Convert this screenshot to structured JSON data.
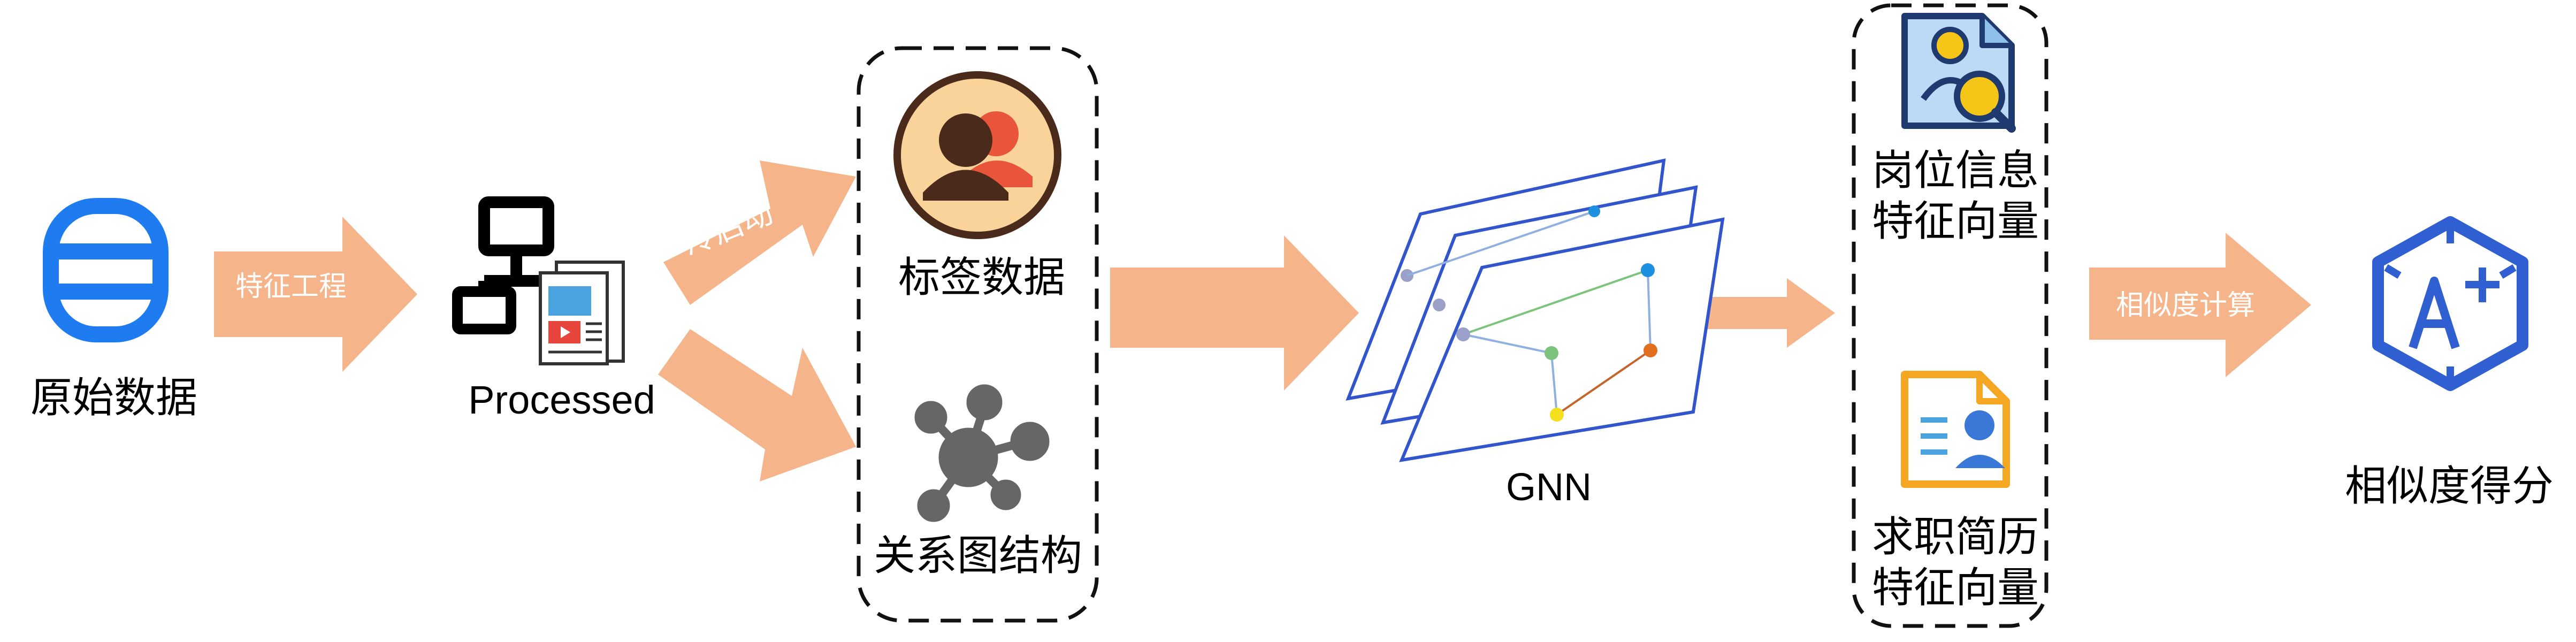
{
  "nodes": {
    "raw_data": "原始数据",
    "processed": "Processed",
    "tag_data": "标签数据",
    "relation_graph": "关系图结构",
    "gnn": "GNN",
    "job_info_line1": "岗位信息",
    "job_info_line2": "特征向量",
    "resume_line1": "求职简历",
    "resume_line2": "特征向量",
    "similarity_score": "相似度得分"
  },
  "arrows": {
    "feature_engineering": "特征工程",
    "cold_start": "冷启动",
    "similarity_calc": "相似度计算"
  },
  "colors": {
    "arrow": "#F5B48A",
    "database_blue": "#1E7BF0",
    "gnn_frame": "#3355CC",
    "score_badge": "#2F5FD0",
    "resume_orange": "#F5A623",
    "tag_circle": "#FAD39A",
    "tag_person_dark": "#4A2A1A",
    "tag_person_red": "#E8553A"
  },
  "icons": {
    "raw_data": "database-icon",
    "processed": "network-hierarchy-icon",
    "tag_data": "user-group-icon",
    "relation_graph": "hub-nodes-icon",
    "job_info": "document-search-icon",
    "resume": "resume-icon",
    "score": "grade-a-plus-icon"
  }
}
